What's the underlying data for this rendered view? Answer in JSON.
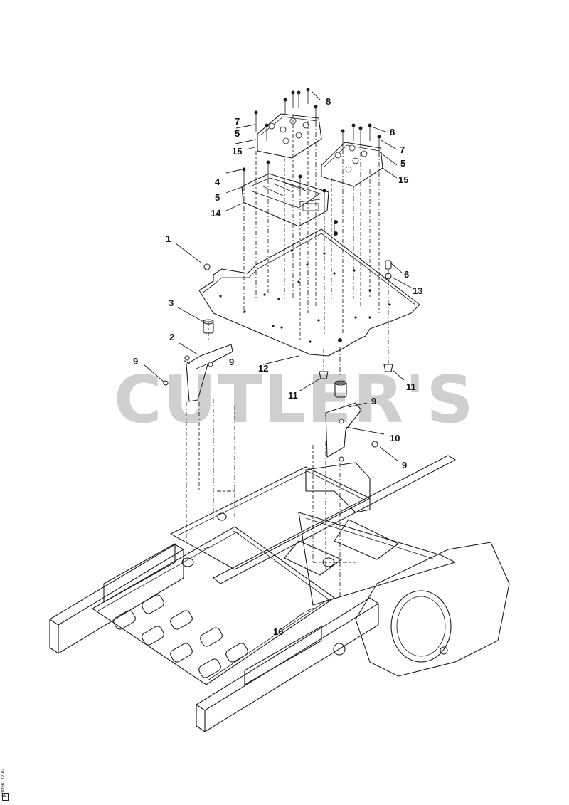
{
  "watermark": "CUTLER'S",
  "callouts": [
    {
      "id": "c1",
      "label": "1"
    },
    {
      "id": "c2",
      "label": "2"
    },
    {
      "id": "c3",
      "label": "3"
    },
    {
      "id": "c4",
      "label": "4"
    },
    {
      "id": "c5a",
      "label": "5"
    },
    {
      "id": "c5b",
      "label": "5"
    },
    {
      "id": "c5c",
      "label": "5"
    },
    {
      "id": "c6",
      "label": "6"
    },
    {
      "id": "c7a",
      "label": "7"
    },
    {
      "id": "c7b",
      "label": "7"
    },
    {
      "id": "c8a",
      "label": "8"
    },
    {
      "id": "c8b",
      "label": "8"
    },
    {
      "id": "c9a",
      "label": "9"
    },
    {
      "id": "c9b",
      "label": "9"
    },
    {
      "id": "c9c",
      "label": "9"
    },
    {
      "id": "c9d",
      "label": "9"
    },
    {
      "id": "c10",
      "label": "10"
    },
    {
      "id": "c11a",
      "label": "11"
    },
    {
      "id": "c11b",
      "label": "11"
    },
    {
      "id": "c12",
      "label": "12"
    },
    {
      "id": "c13",
      "label": "13"
    },
    {
      "id": "c14",
      "label": "14"
    },
    {
      "id": "c15a",
      "label": "15"
    },
    {
      "id": "c15b",
      "label": "15"
    },
    {
      "id": "c16",
      "label": "16"
    }
  ],
  "footer": {
    "code": "g283561 12-07",
    "mark": "2"
  }
}
